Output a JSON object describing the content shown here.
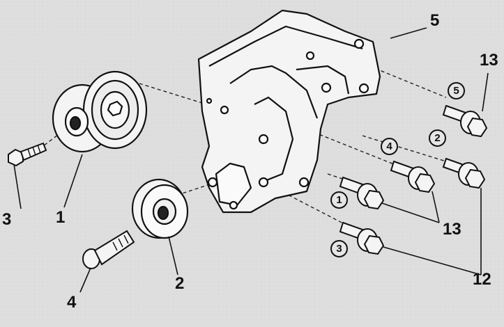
{
  "diagram": {
    "callouts": [
      "1",
      "2",
      "3",
      "4",
      "5",
      "12",
      "13",
      "13"
    ],
    "step_markers": [
      "1",
      "2",
      "3",
      "4",
      "5"
    ]
  }
}
